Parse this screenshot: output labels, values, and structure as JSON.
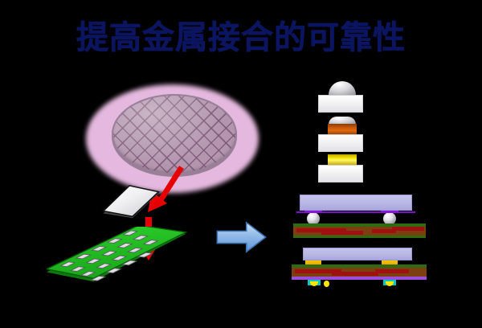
{
  "slide": {
    "title": "提高金属接合的可靠性",
    "title_color": "#0b1560",
    "background_color": "#000000"
  },
  "wafer": {
    "label": "silicon-wafer",
    "glow_color": "#f9c9f2",
    "disc_color": "#b396ae",
    "grid_description": "diagonal die grid"
  },
  "die": {
    "label": "singulated-die",
    "color": "#ffffff"
  },
  "substrate": {
    "label": "green-package-substrate",
    "color": "#1fbd1f",
    "pad_color": "#e8e8ec",
    "pad_rows": 4,
    "pad_cols": 5
  },
  "arrows": {
    "red_from_wafer_to_die": "red-arrow",
    "red_from_die_to_substrate": "red-arrow",
    "blue_transition": "blue-arrow",
    "red_color": "#e60000",
    "blue_color": "#7eb1e8"
  },
  "process_stack": {
    "label": "bump-process-steps",
    "steps": [
      {
        "name": "solder-ball-on-pad",
        "dome_color": "#d8d8dc",
        "slab_color": "#f2f2f4"
      },
      {
        "name": "copper-pillar-with-solder-cap",
        "pillar_color": "#c7560a",
        "dome_color": "#d8d8dc",
        "slab_color": "#f2f2f4"
      },
      {
        "name": "gold-stud-bump",
        "bump_color": "#f4e500",
        "slab_color": "#f2f2f4"
      }
    ]
  },
  "cross_sections": {
    "label": "flip-chip-cross-sections",
    "items": [
      {
        "name": "solder-ball-interconnect",
        "chip_color": "#b8b6e4",
        "bump_type": "solder-ball",
        "bump_color": "#e3e3e7",
        "pad_color": "#8a13e0",
        "substrate_colors": [
          "#7b3f10",
          "#2f6b10",
          "#a01010"
        ]
      },
      {
        "name": "gold-pad-interconnect",
        "chip_color": "#b8b6e4",
        "bump_type": "gold-pad",
        "bump_color": "#f7c600",
        "pad_color": "#9b4ddb",
        "substrate_colors": [
          "#7b3f10",
          "#2f6b10",
          "#a01010"
        ],
        "via_colors": [
          "#00c7bd",
          "#ffe600"
        ]
      }
    ]
  }
}
